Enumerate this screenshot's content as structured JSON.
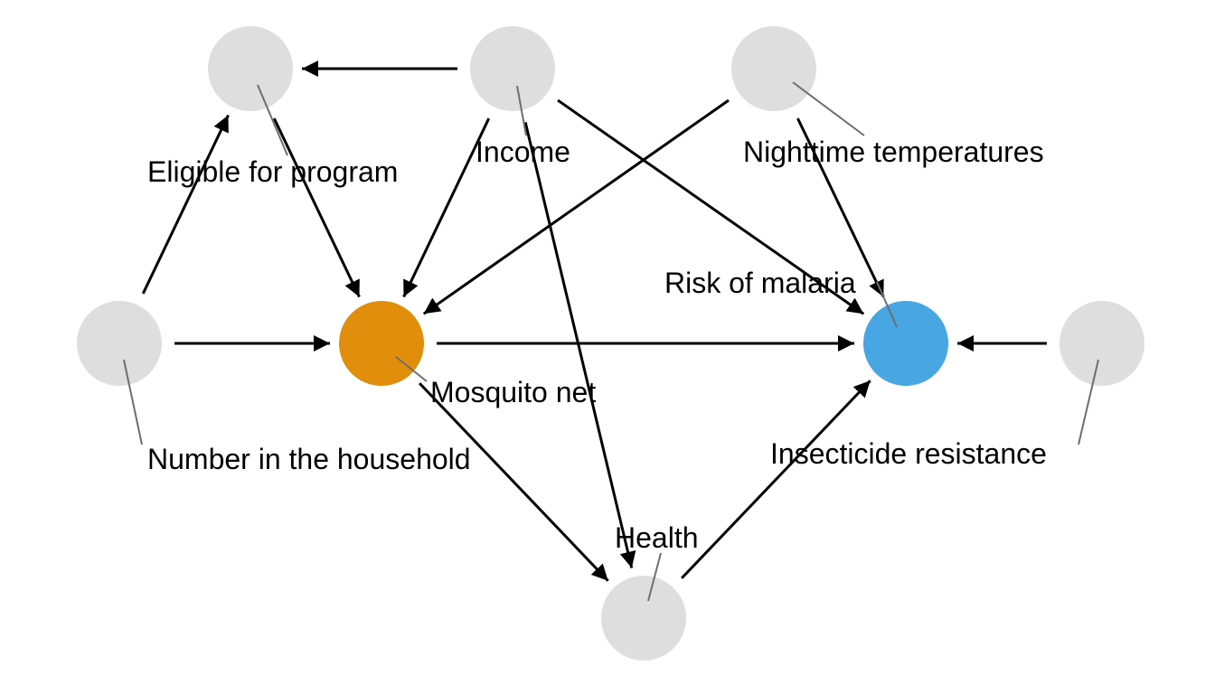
{
  "colors": {
    "node_default": "#dedede",
    "treatment": "#e08e0b",
    "outcome": "#48a6e2",
    "edge": "#000000",
    "leader": "#6e6e6e"
  },
  "nodes": {
    "eligible": {
      "label": "Eligible for program",
      "role": "default"
    },
    "income": {
      "label": "Income",
      "role": "default"
    },
    "temperature": {
      "label": "Nighttime temperatures",
      "role": "default"
    },
    "household": {
      "label": "Number in the household",
      "role": "default"
    },
    "net": {
      "label": "Mosquito net",
      "role": "treatment"
    },
    "malaria": {
      "label": "Risk of malaria",
      "role": "outcome"
    },
    "resistance": {
      "label": "Insecticide resistance",
      "role": "default"
    },
    "health": {
      "label": "Health",
      "role": "default"
    }
  },
  "edges": [
    {
      "from": "income",
      "to": "eligible"
    },
    {
      "from": "income",
      "to": "net"
    },
    {
      "from": "income",
      "to": "malaria"
    },
    {
      "from": "income",
      "to": "health"
    },
    {
      "from": "temperature",
      "to": "net"
    },
    {
      "from": "temperature",
      "to": "malaria"
    },
    {
      "from": "household",
      "to": "eligible"
    },
    {
      "from": "household",
      "to": "net"
    },
    {
      "from": "eligible",
      "to": "net"
    },
    {
      "from": "net",
      "to": "malaria"
    },
    {
      "from": "net",
      "to": "health"
    },
    {
      "from": "health",
      "to": "malaria"
    },
    {
      "from": "resistance",
      "to": "malaria"
    }
  ]
}
